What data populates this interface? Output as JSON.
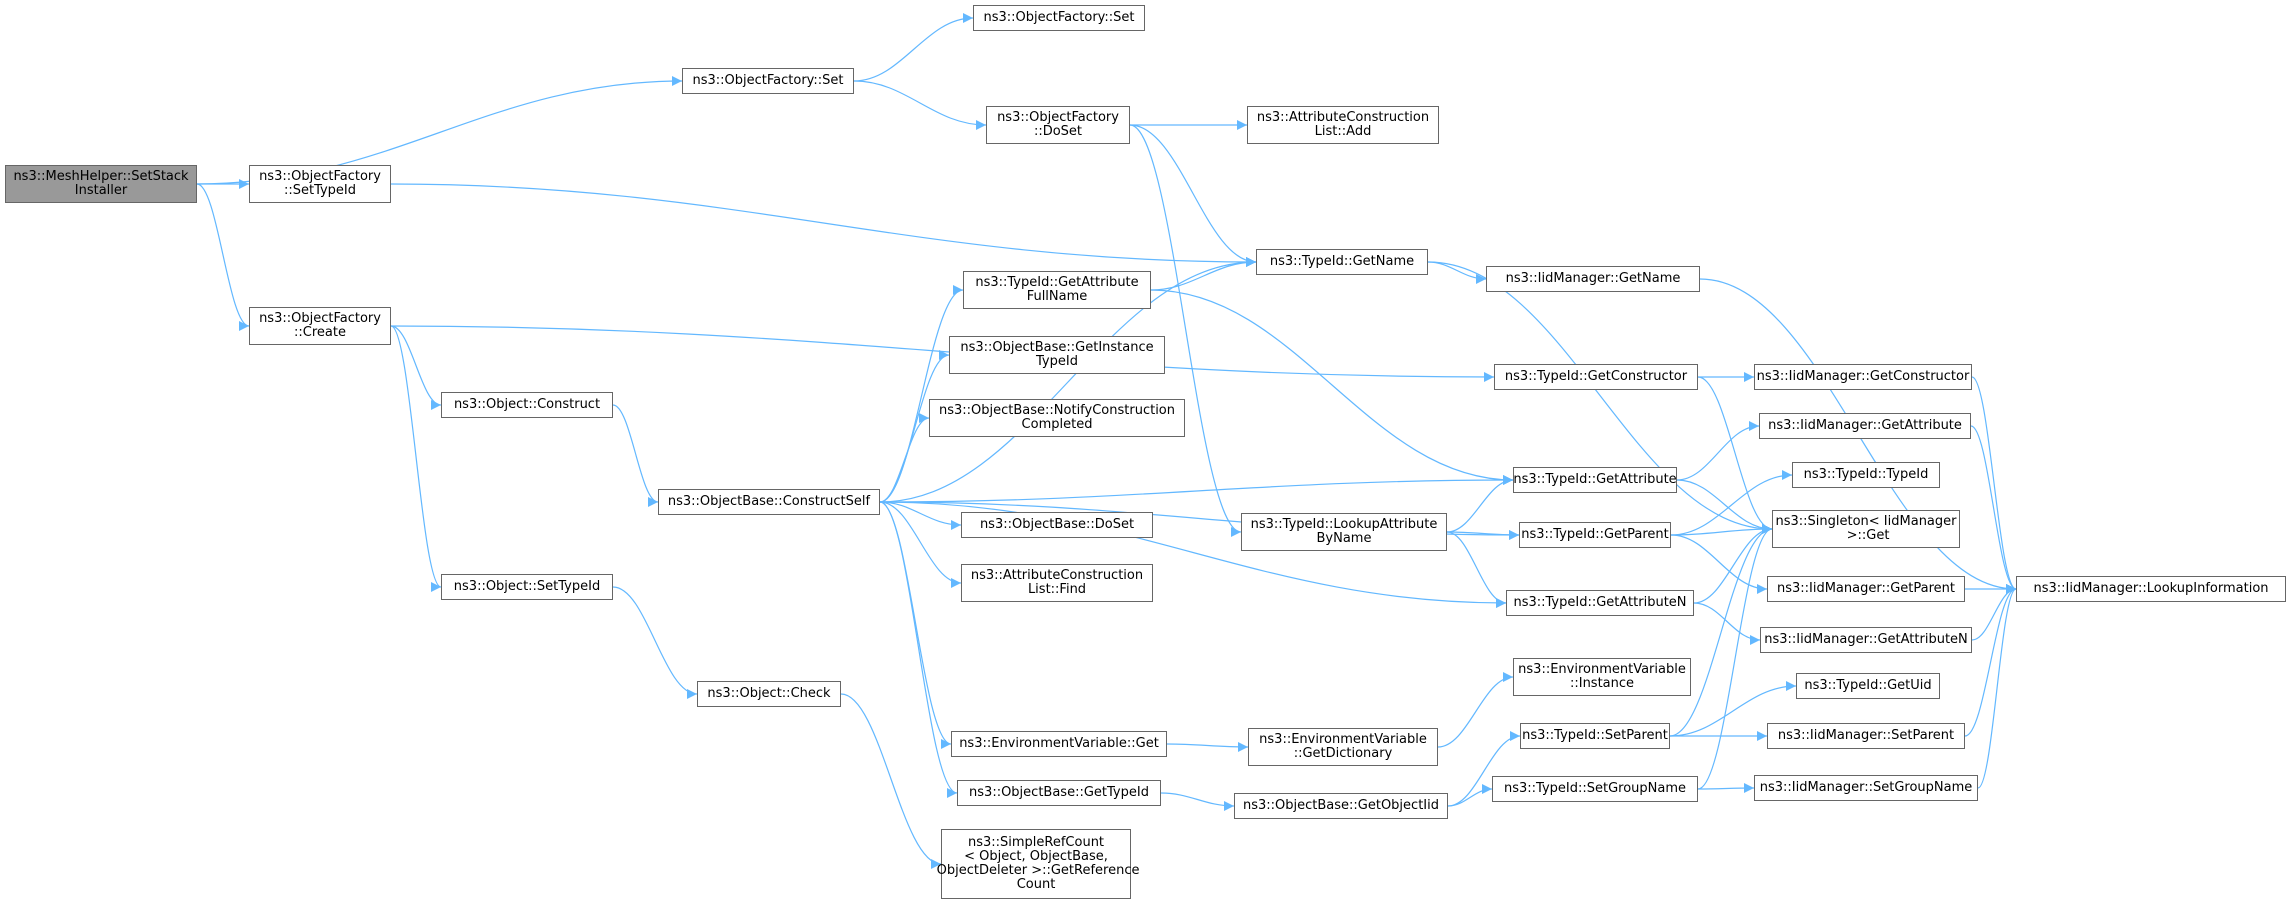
{
  "colors": {
    "edge": "#63b8ff",
    "border": "#666666",
    "root_fill": "#999999"
  },
  "nodes": [
    {
      "id": "n0",
      "label": "ns3::MeshHelper::SetStack\nInstaller"
    },
    {
      "id": "n1",
      "label": "ns3::ObjectFactory::Set"
    },
    {
      "id": "n2",
      "label": "ns3::ObjectFactory::Set"
    },
    {
      "id": "n3",
      "label": "ns3::ObjectFactory\n::DoSet"
    },
    {
      "id": "n4",
      "label": "ns3::AttributeConstruction\nList::Add"
    },
    {
      "id": "n5",
      "label": "ns3::ObjectFactory\n::SetTypeId"
    },
    {
      "id": "n6",
      "label": "ns3::ObjectFactory\n::Create"
    },
    {
      "id": "n7",
      "label": "ns3::TypeId::GetName"
    },
    {
      "id": "n8",
      "label": "ns3::IidManager::GetName"
    },
    {
      "id": "n9",
      "label": "ns3::TypeId::GetAttribute\nFullName"
    },
    {
      "id": "n10",
      "label": "ns3::ObjectBase::GetInstance\nTypeId"
    },
    {
      "id": "n11",
      "label": "ns3::ObjectBase::NotifyConstruction\nCompleted"
    },
    {
      "id": "n12",
      "label": "ns3::Object::Construct"
    },
    {
      "id": "n13",
      "label": "ns3::ObjectBase::ConstructSelf"
    },
    {
      "id": "n14",
      "label": "ns3::ObjectBase::DoSet"
    },
    {
      "id": "n15",
      "label": "ns3::AttributeConstruction\nList::Find"
    },
    {
      "id": "n16",
      "label": "ns3::TypeId::GetConstructor"
    },
    {
      "id": "n17",
      "label": "ns3::IidManager::GetConstructor"
    },
    {
      "id": "n18",
      "label": "ns3::IidManager::GetAttribute"
    },
    {
      "id": "n19",
      "label": "ns3::TypeId::GetAttribute"
    },
    {
      "id": "n20",
      "label": "ns3::TypeId::TypeId"
    },
    {
      "id": "n21",
      "label": "ns3::TypeId::LookupAttribute\nByName"
    },
    {
      "id": "n22",
      "label": "ns3::TypeId::GetParent"
    },
    {
      "id": "n23",
      "label": "ns3::Singleton< IidManager\n >::Get"
    },
    {
      "id": "n24",
      "label": "ns3::IidManager::GetParent"
    },
    {
      "id": "n25",
      "label": "ns3::IidManager::LookupInformation"
    },
    {
      "id": "n26",
      "label": "ns3::Object::SetTypeId"
    },
    {
      "id": "n27",
      "label": "ns3::TypeId::GetAttributeN"
    },
    {
      "id": "n28",
      "label": "ns3::IidManager::GetAttributeN"
    },
    {
      "id": "n29",
      "label": "ns3::EnvironmentVariable\n::Instance"
    },
    {
      "id": "n30",
      "label": "ns3::Object::Check"
    },
    {
      "id": "n31",
      "label": "ns3::TypeId::GetUid"
    },
    {
      "id": "n32",
      "label": "ns3::EnvironmentVariable::Get"
    },
    {
      "id": "n33",
      "label": "ns3::EnvironmentVariable\n::GetDictionary"
    },
    {
      "id": "n34",
      "label": "ns3::TypeId::SetParent"
    },
    {
      "id": "n35",
      "label": "ns3::IidManager::SetParent"
    },
    {
      "id": "n36",
      "label": "ns3::ObjectBase::GetTypeId"
    },
    {
      "id": "n37",
      "label": "ns3::ObjectBase::GetObjectIid"
    },
    {
      "id": "n38",
      "label": "ns3::TypeId::SetGroupName"
    },
    {
      "id": "n39",
      "label": "ns3::IidManager::SetGroupName"
    },
    {
      "id": "n40",
      "label": "ns3::SimpleRefCount\n< Object, ObjectBase,\n ObjectDeleter >::GetReference\nCount"
    }
  ],
  "edges": [
    [
      "n0",
      "n2"
    ],
    [
      "n0",
      "n5"
    ],
    [
      "n0",
      "n6"
    ],
    [
      "n2",
      "n1"
    ],
    [
      "n2",
      "n3"
    ],
    [
      "n3",
      "n4"
    ],
    [
      "n3",
      "n7"
    ],
    [
      "n3",
      "n21"
    ],
    [
      "n5",
      "n7"
    ],
    [
      "n6",
      "n16"
    ],
    [
      "n6",
      "n12"
    ],
    [
      "n6",
      "n26"
    ],
    [
      "n12",
      "n13"
    ],
    [
      "n13",
      "n7"
    ],
    [
      "n13",
      "n9"
    ],
    [
      "n13",
      "n10"
    ],
    [
      "n13",
      "n11"
    ],
    [
      "n13",
      "n19"
    ],
    [
      "n13",
      "n14"
    ],
    [
      "n13",
      "n15"
    ],
    [
      "n13",
      "n22"
    ],
    [
      "n13",
      "n27"
    ],
    [
      "n13",
      "n32"
    ],
    [
      "n13",
      "n36"
    ],
    [
      "n9",
      "n7"
    ],
    [
      "n9",
      "n19"
    ],
    [
      "n7",
      "n8"
    ],
    [
      "n7",
      "n23"
    ],
    [
      "n8",
      "n25"
    ],
    [
      "n16",
      "n17"
    ],
    [
      "n16",
      "n23"
    ],
    [
      "n17",
      "n25"
    ],
    [
      "n19",
      "n18"
    ],
    [
      "n19",
      "n23"
    ],
    [
      "n18",
      "n25"
    ],
    [
      "n21",
      "n19"
    ],
    [
      "n21",
      "n22"
    ],
    [
      "n21",
      "n27"
    ],
    [
      "n22",
      "n20"
    ],
    [
      "n22",
      "n23"
    ],
    [
      "n22",
      "n24"
    ],
    [
      "n24",
      "n25"
    ],
    [
      "n27",
      "n23"
    ],
    [
      "n27",
      "n28"
    ],
    [
      "n28",
      "n25"
    ],
    [
      "n26",
      "n30"
    ],
    [
      "n30",
      "n40"
    ],
    [
      "n32",
      "n33"
    ],
    [
      "n33",
      "n29"
    ],
    [
      "n36",
      "n37"
    ],
    [
      "n37",
      "n34"
    ],
    [
      "n37",
      "n38"
    ],
    [
      "n34",
      "n23"
    ],
    [
      "n34",
      "n31"
    ],
    [
      "n34",
      "n35"
    ],
    [
      "n35",
      "n25"
    ],
    [
      "n38",
      "n23"
    ],
    [
      "n38",
      "n39"
    ],
    [
      "n39",
      "n25"
    ]
  ]
}
